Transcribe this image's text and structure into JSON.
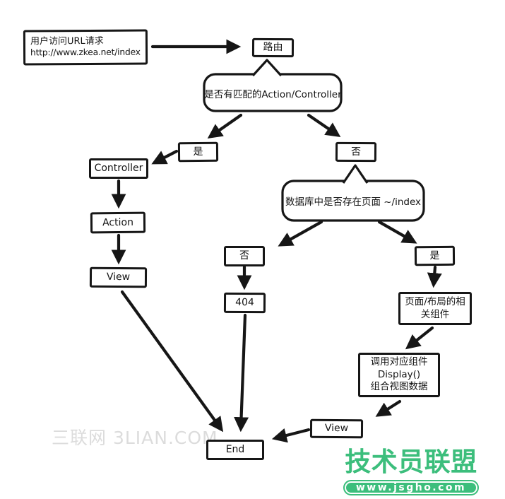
{
  "colors": {
    "ink": "#161616",
    "logo_green": "#3cbe7c",
    "watermark_gray": "#dcdcdc"
  },
  "flowchart": {
    "url_box": {
      "lines": [
        "用户访问URL请求",
        "http://www.zkea.net/index"
      ]
    },
    "route": {
      "label": "路由"
    },
    "q_match": {
      "label": "是否有匹配的Action/Controller"
    },
    "yes_left": {
      "label": "是"
    },
    "no_right": {
      "label": "否"
    },
    "controller": {
      "label": "Controller"
    },
    "action": {
      "label": "Action"
    },
    "view_left": {
      "label": "View"
    },
    "q_db": {
      "label": "数据库中是否存在页面 ~/index"
    },
    "no_mid": {
      "label": "否"
    },
    "error_404": {
      "label": "404"
    },
    "yes_right": {
      "label": "是"
    },
    "page_components": {
      "lines": [
        "页面/布局的相",
        "关组件"
      ]
    },
    "display_call": {
      "lines": [
        "调用对应组件",
        "Display()",
        "组合视图数据"
      ]
    },
    "view_bottom": {
      "label": "View"
    },
    "end": {
      "label": "End"
    }
  },
  "watermarks": {
    "site_left": "三联网 3LIAN.COM",
    "logo_name": "技术员联盟",
    "logo_site": "www.jsgho.com"
  }
}
